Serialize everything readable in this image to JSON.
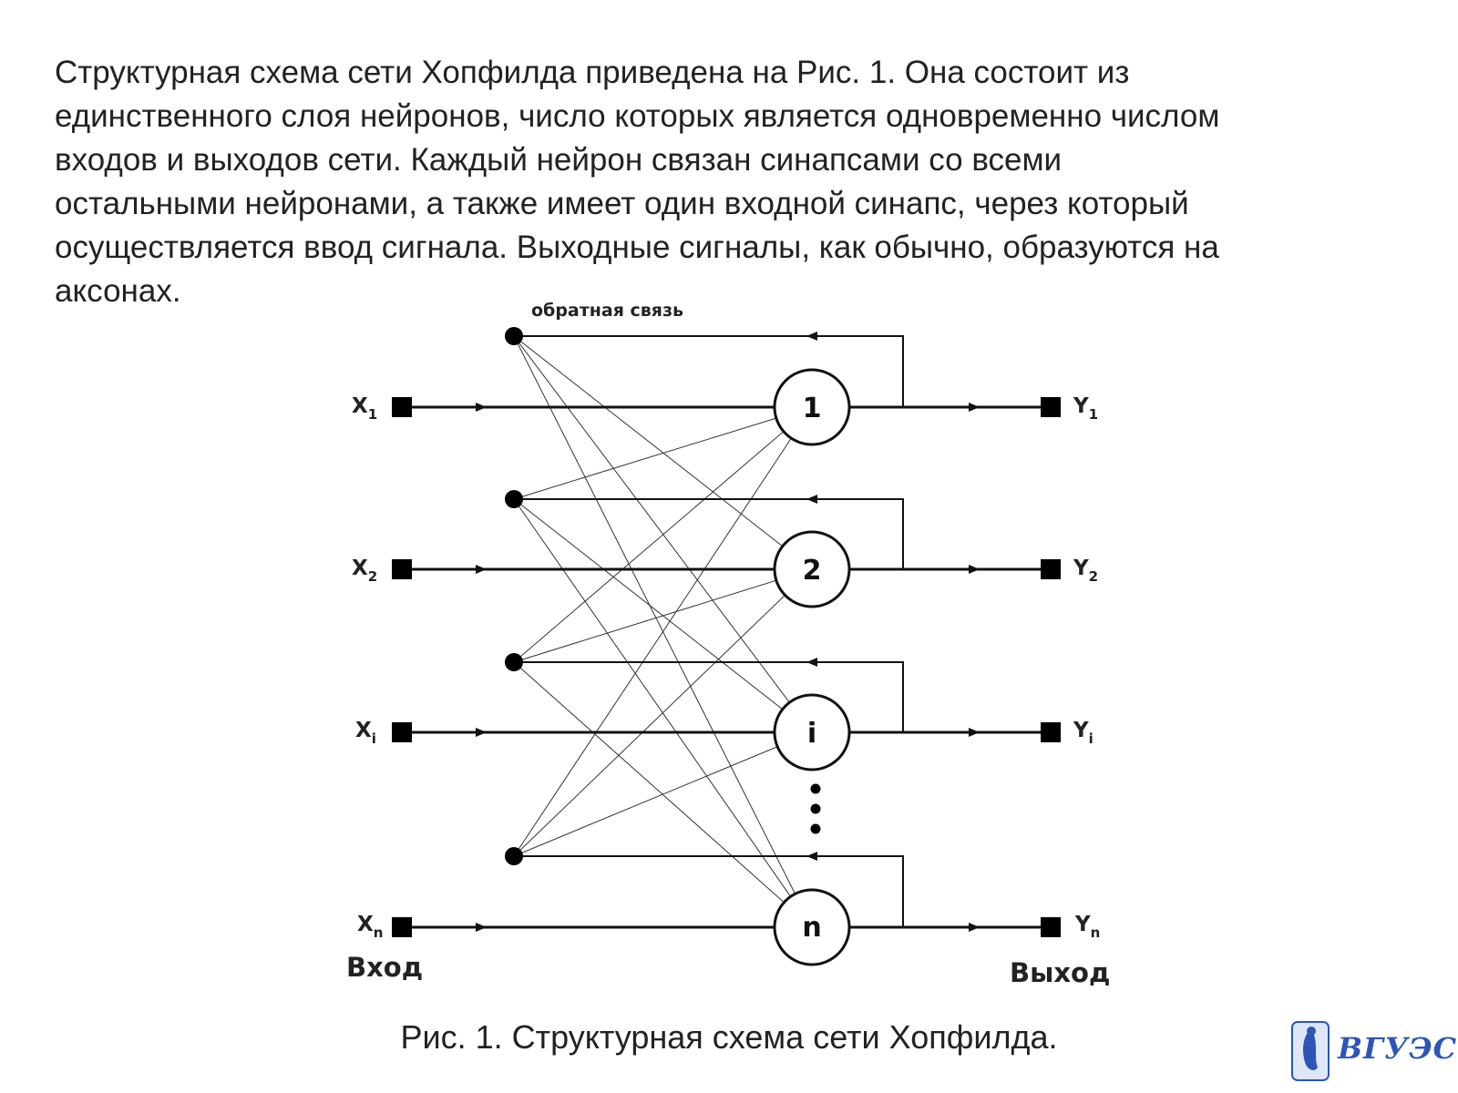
{
  "paragraph": {
    "lines": [
      "Структурная схема сети Хопфилда приведена на Рис. 1. Она состоит из",
      "единственного слоя нейронов, число которых является одновременно числом",
      "входов и выходов сети. Каждый нейрон связан синапсами со всеми",
      "остальными нейронами, а также имеет один входной синапс, через который",
      "осуществляется ввод сигнала. Выходные сигналы, как обычно, образуются на",
      "аксонах."
    ]
  },
  "diagram": {
    "feedback_label": "обратная связь",
    "input_heading": "Вход",
    "output_heading": "Выход",
    "rows": [
      {
        "input": "X",
        "input_sub": "1",
        "neuron": "1",
        "output": "Y",
        "output_sub": "1"
      },
      {
        "input": "X",
        "input_sub": "2",
        "neuron": "2",
        "output": "Y",
        "output_sub": "2"
      },
      {
        "input": "X",
        "input_sub": "i",
        "neuron": "i",
        "output": "Y",
        "output_sub": "i"
      },
      {
        "input": "X",
        "input_sub": "n",
        "neuron": "n",
        "output": "Y",
        "output_sub": "n"
      }
    ]
  },
  "caption": "Рис. 1. Структурная схема сети Хопфилда.",
  "logo": {
    "text": "ВГУЭС",
    "color": "#2d55b8"
  }
}
